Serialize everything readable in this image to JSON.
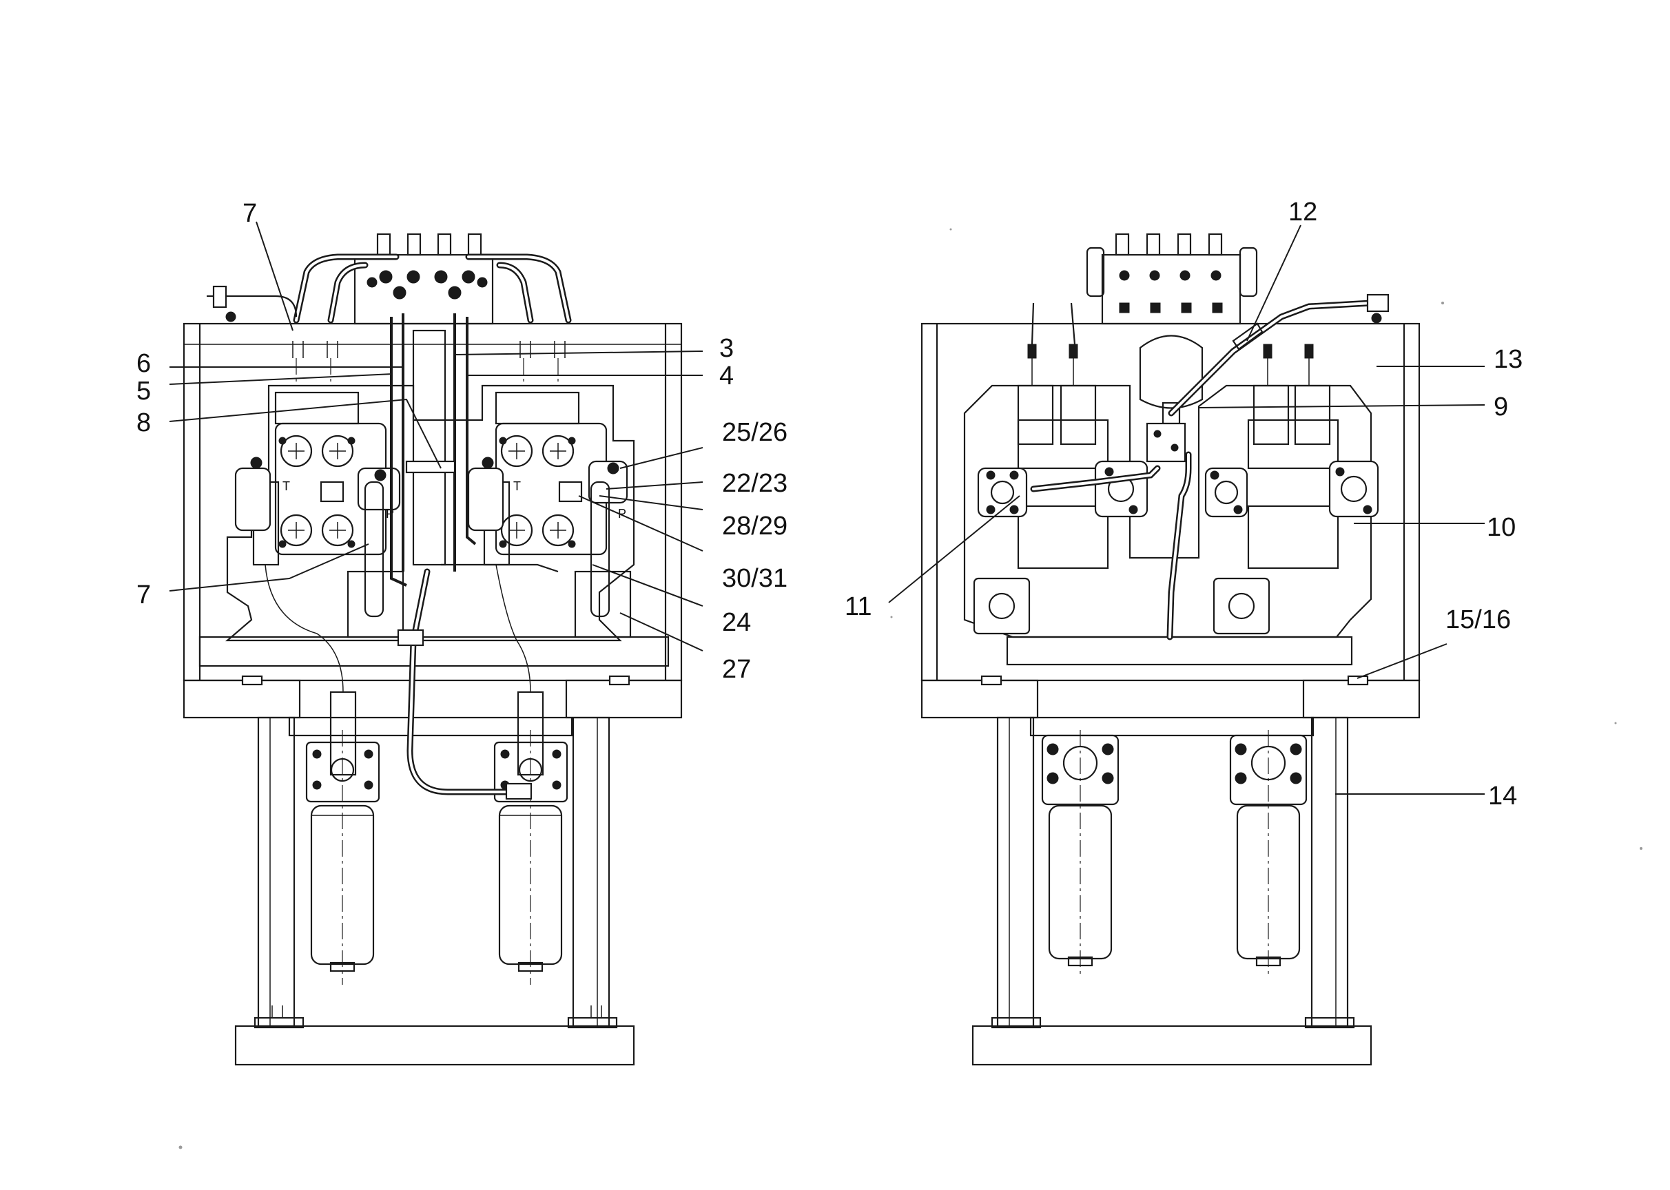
{
  "figure": {
    "callouts": {
      "c7_top": "7",
      "c6": "6",
      "c5": "5",
      "c8": "8",
      "c7_bottom": "7",
      "c3": "3",
      "c4": "4",
      "c25_26": "25/26",
      "c22_23": "22/23",
      "c28_29": "28/29",
      "c30_31": "30/31",
      "c24": "24",
      "c27": "27",
      "c12": "12",
      "c13": "13",
      "c9": "9",
      "c10": "10",
      "c11": "11",
      "c15_16": "15/16",
      "c14": "14"
    },
    "port_markings": {
      "t_left": "T",
      "p_left": "P",
      "t_right": "T",
      "p_right": "P"
    }
  }
}
